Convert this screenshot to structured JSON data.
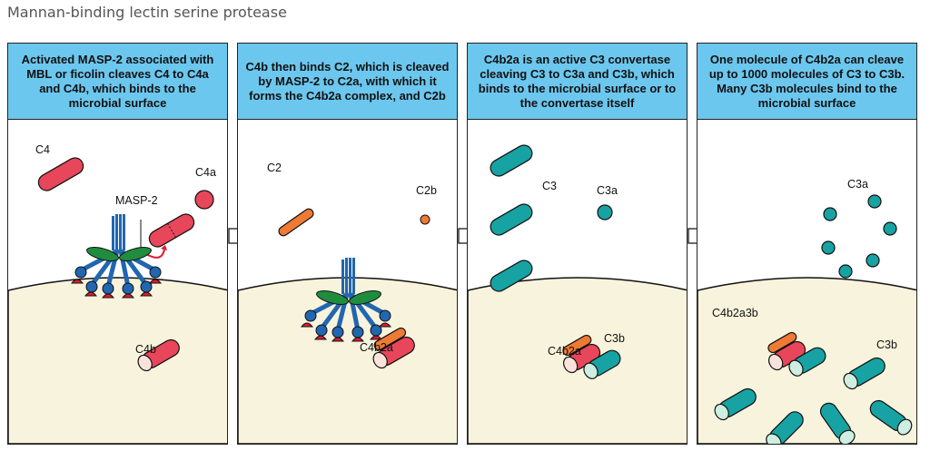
{
  "title": "Mannan-binding lectin serine protease",
  "colors": {
    "header_bg": "#6cc7ee",
    "membrane": "#f8f3dc",
    "c4": "#e8465a",
    "c2": "#ef7a34",
    "c3": "#17a3a3",
    "mbl_blue": "#2166b0",
    "masp_green": "#1f8c3f",
    "red_cap": "#e01a30"
  },
  "panels": [
    {
      "header": "Activated MASP-2 associated with MBL or ficolin cleaves C4 to C4a and C4b, which binds to the microbial surface",
      "labels": {
        "c4": "C4",
        "c4a": "C4a",
        "masp2": "MASP-2",
        "c4b": "C4b"
      }
    },
    {
      "header": "C4b then binds C2, which is cleaved by MASP-2 to C2a, with which it forms the C4b2a complex, and C2b",
      "labels": {
        "c2": "C2",
        "c2b": "C2b",
        "c4b2a": "C4b2a"
      }
    },
    {
      "header": "C4b2a is an active C3 convertase cleaving C3 to C3a and C3b, which binds to the microbial surface or to the convertase itself",
      "labels": {
        "c3": "C3",
        "c3a": "C3a",
        "c4b2a": "C4b2a",
        "c3b": "C3b"
      }
    },
    {
      "header": "One molecule of C4b2a can cleave up to 1000 molecules of C3 to C3b. Many C3b molecules bind to the microbial surface",
      "labels": {
        "c3a": "C3a",
        "c4b2a3b": "C4b2a3b",
        "c3b": "C3b"
      }
    }
  ]
}
